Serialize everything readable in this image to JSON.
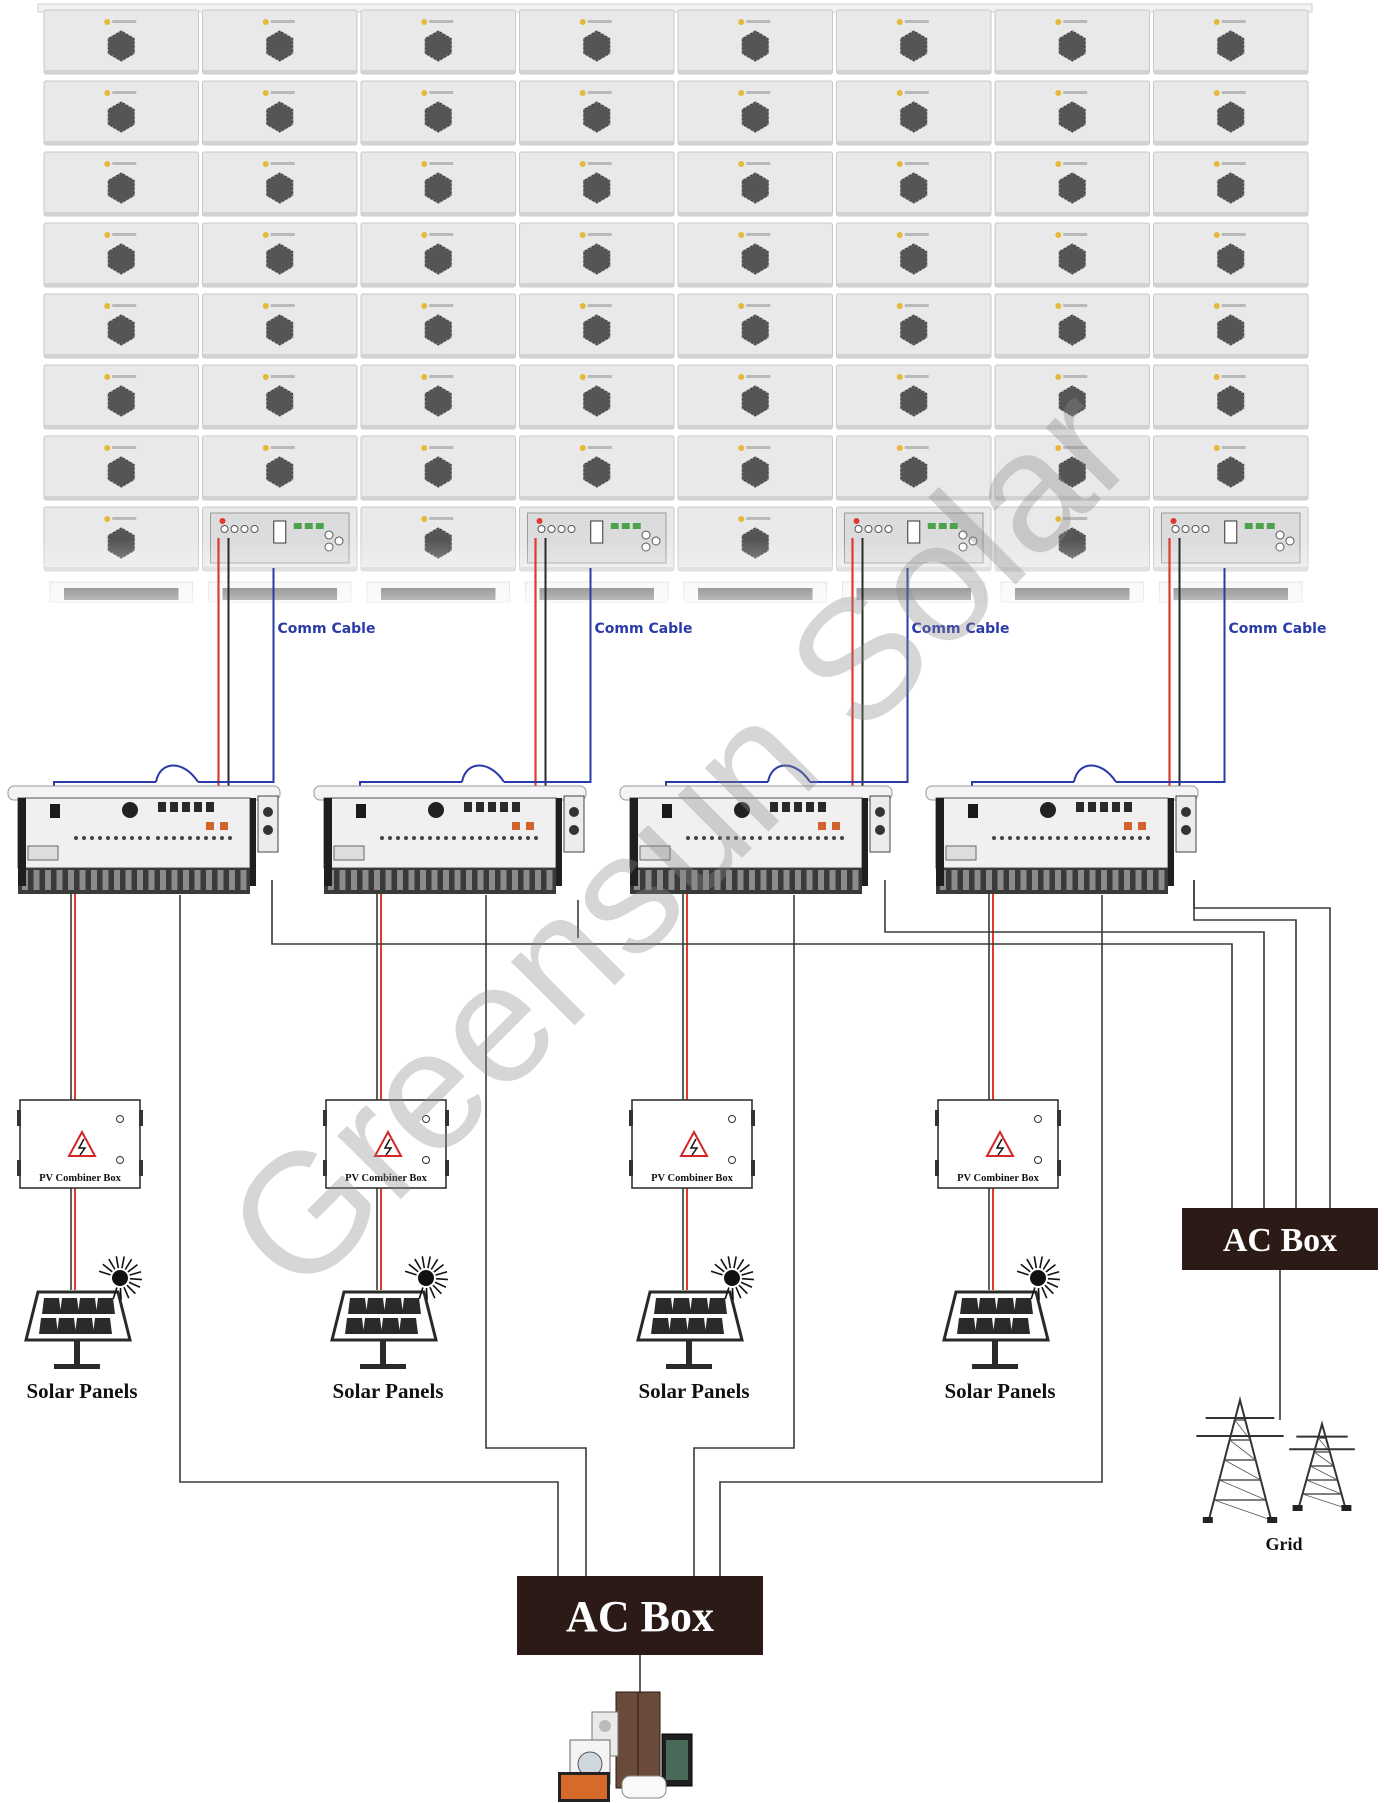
{
  "labels": {
    "comm_cable": "Comm Cable",
    "pv_combiner_box": "PV Combiner Box",
    "solar_panels": "Solar Panels",
    "ac_box": "AC Box",
    "grid": "Grid",
    "watermark": "Greensun Solar"
  },
  "colors": {
    "dc_positive": "#e03a2e",
    "dc_negative": "#2a2a2a",
    "comm": "#2a3aa8",
    "ac_line": "#3a3a3a",
    "ac_box_fill": "#2b1a16",
    "battery_fill": "#e9e9ea"
  },
  "battery_rack": {
    "columns": 8,
    "rows": 8
  },
  "systems": [
    {
      "id": 1
    },
    {
      "id": 2
    },
    {
      "id": 3
    },
    {
      "id": 4
    }
  ]
}
